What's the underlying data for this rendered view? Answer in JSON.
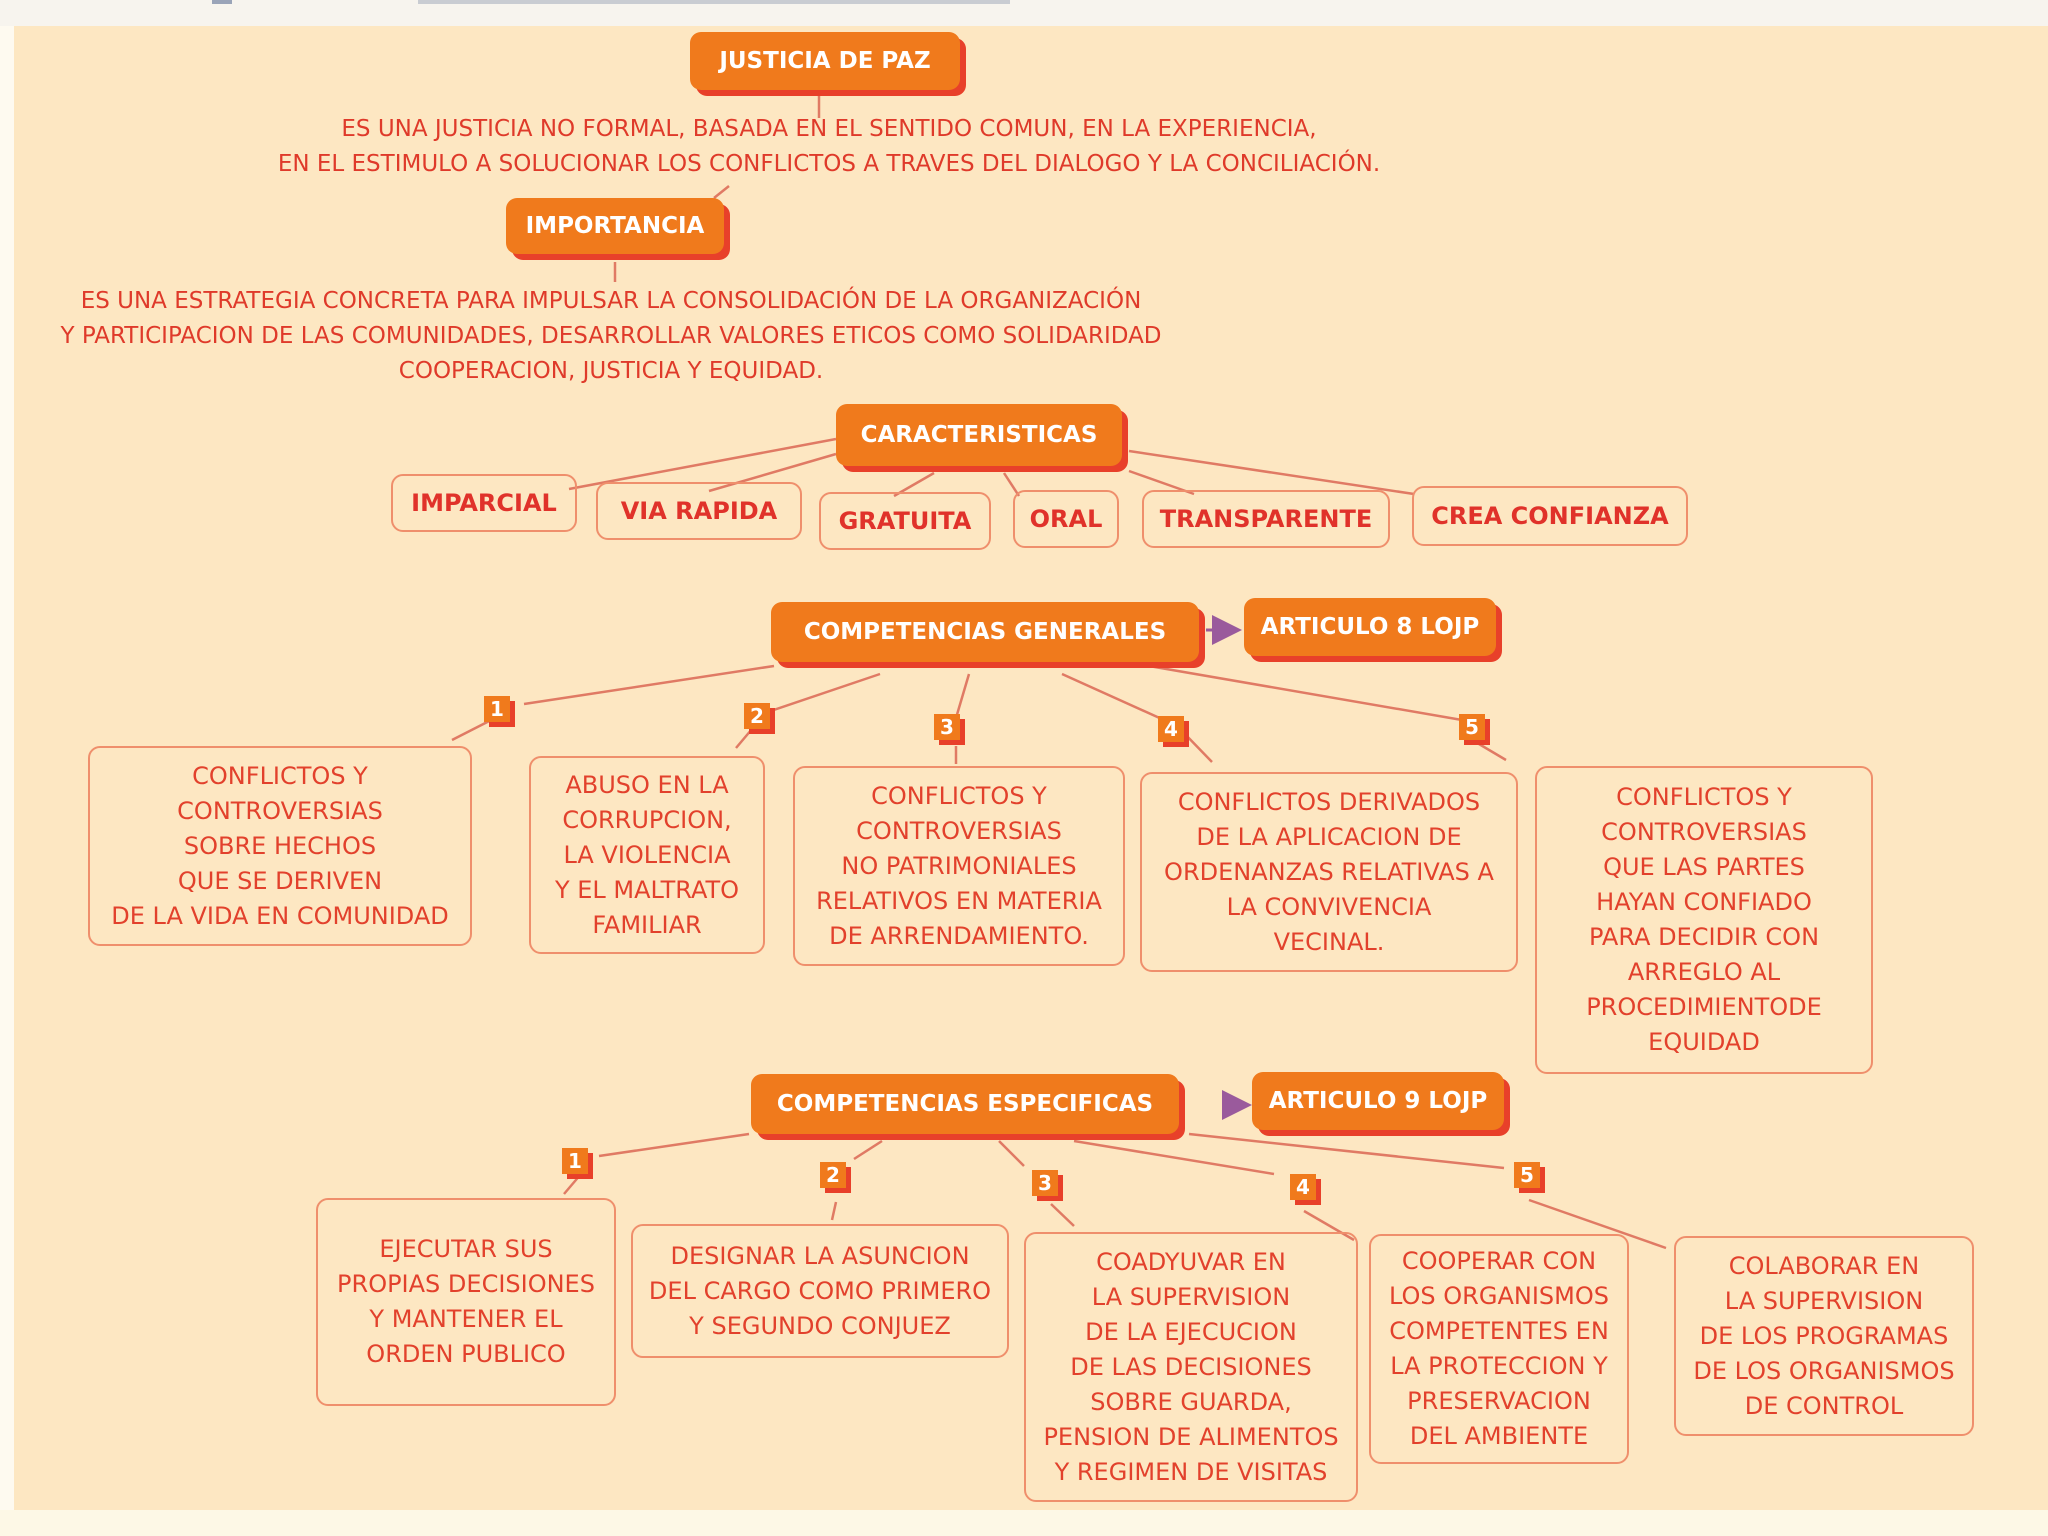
{
  "root": {
    "title": "JUSTICIA DE PAZ",
    "description": "ES UNA JUSTICIA NO FORMAL, BASADA EN EL SENTIDO COMUN, EN LA EXPERIENCIA,\nEN EL ESTIMULO A SOLUCIONAR LOS CONFLICTOS A TRAVES DEL DIALOGO Y LA CONCILIACIÓN."
  },
  "importancia": {
    "title": "IMPORTANCIA",
    "description": "ES UNA ESTRATEGIA CONCRETA PARA IMPULSAR LA CONSOLIDACIÓN DE LA ORGANIZACIÓN\nY PARTICIPACION DE LAS COMUNIDADES, DESARROLLAR VALORES ETICOS COMO SOLIDARIDAD\nCOOPERACION, JUSTICIA Y EQUIDAD."
  },
  "caracteristicas": {
    "title": "CARACTERISTICAS",
    "items": [
      "IMPARCIAL",
      "VIA RAPIDA",
      "GRATUITA",
      "ORAL",
      "TRANSPARENTE",
      "CREA CONFIANZA"
    ]
  },
  "competencias_generales": {
    "title": "COMPETENCIAS GENERALES",
    "article": "ARTICULO 8 LOJP",
    "items": [
      {
        "num": "1",
        "text": "CONFLICTOS Y\nCONTROVERSIAS\nSOBRE HECHOS\nQUE SE DERIVEN\nDE LA VIDA EN COMUNIDAD"
      },
      {
        "num": "2",
        "text": "ABUSO EN LA\nCORRUPCION,\nLA VIOLENCIA\nY EL MALTRATO\nFAMILIAR"
      },
      {
        "num": "3",
        "text": "CONFLICTOS Y\nCONTROVERSIAS\nNO PATRIMONIALES\nRELATIVOS EN MATERIA\nDE ARRENDAMIENTO."
      },
      {
        "num": "4",
        "text": "CONFLICTOS DERIVADOS\nDE LA APLICACION DE\nORDENANZAS RELATIVAS A\nLA CONVIVENCIA\nVECINAL."
      },
      {
        "num": "5",
        "text": "CONFLICTOS Y\nCONTROVERSIAS\nQUE LAS PARTES\nHAYAN CONFIADO\nPARA DECIDIR CON\nARREGLO AL\nPROCEDIMIENTODE\nEQUIDAD"
      }
    ]
  },
  "competencias_especificas": {
    "title": "COMPETENCIAS ESPECIFICAS",
    "article": "ARTICULO 9 LOJP",
    "items": [
      {
        "num": "1",
        "text": "EJECUTAR SUS\nPROPIAS DECISIONES\nY MANTENER EL\nORDEN PUBLICO"
      },
      {
        "num": "2",
        "text": "DESIGNAR LA ASUNCION\nDEL CARGO COMO PRIMERO\nY SEGUNDO CONJUEZ"
      },
      {
        "num": "3",
        "text": "COADYUVAR EN\nLA SUPERVISION\nDE LA EJECUCION\nDE LAS DECISIONES\nSOBRE GUARDA,\nPENSION DE ALIMENTOS\nY REGIMEN DE VISITAS"
      },
      {
        "num": "4",
        "text": "COOPERAR CON\nLOS ORGANISMOS\nCOMPETENTES EN\nLA PROTECCION Y\nPRESERVACION\nDEL AMBIENTE"
      },
      {
        "num": "5",
        "text": "COLABORAR EN\nLA SUPERVISION\nDE LOS PROGRAMAS\nDE LOS ORGANISMOS\nDE CONTROL"
      }
    ]
  },
  "colors": {
    "node_fill": "#f07a1c",
    "node_shadow": "#e8402a",
    "text": "#e0322a",
    "border": "#ef8f6c",
    "background": "#fde7c2",
    "arrow": "#9a5a9c"
  }
}
